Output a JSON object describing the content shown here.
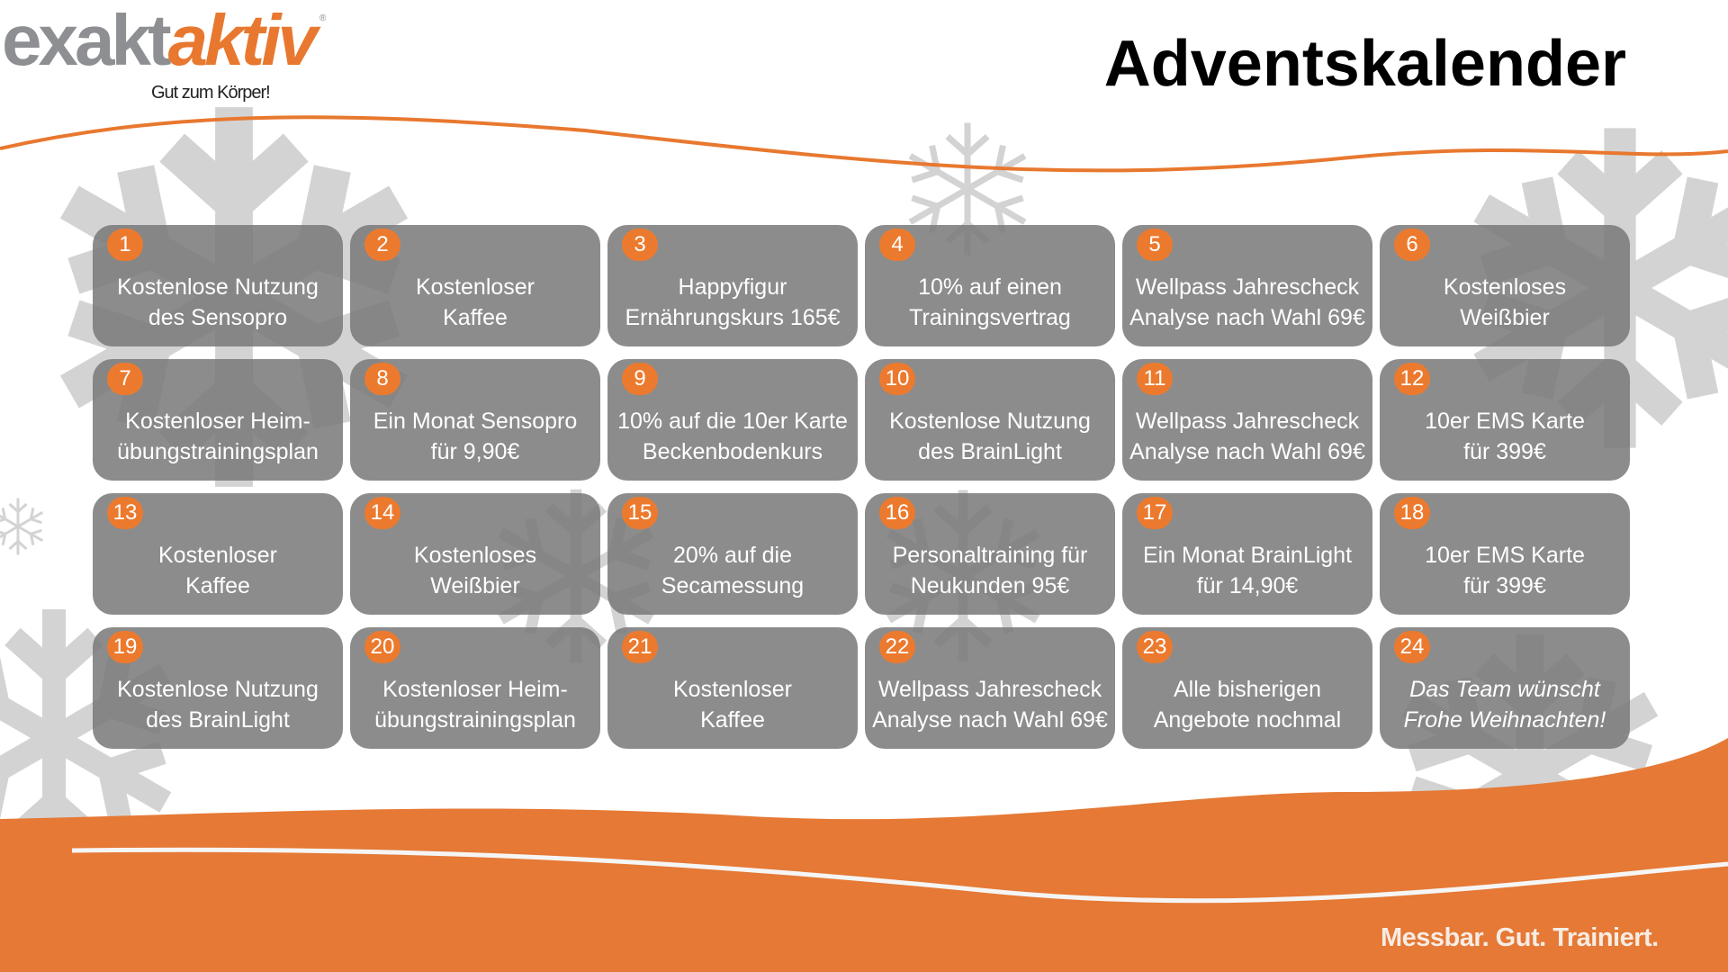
{
  "logo": {
    "part1": "exakt",
    "part2": "aktiv",
    "tagline": "Gut zum Körper!",
    "registered": "®"
  },
  "title": "Adventskalender",
  "doors": [
    {
      "number": "1",
      "text": "Kostenlose Nutzung\ndes Sensopro"
    },
    {
      "number": "2",
      "text": "Kostenloser\nKaffee"
    },
    {
      "number": "3",
      "text": "Happyfigur\nErnährungskurs 165€"
    },
    {
      "number": "4",
      "text": "10% auf einen\nTrainingsvertrag"
    },
    {
      "number": "5",
      "text": "Wellpass Jahrescheck\nAnalyse nach Wahl 69€"
    },
    {
      "number": "6",
      "text": "Kostenloses\nWeißbier"
    },
    {
      "number": "7",
      "text": "Kostenloser Heim-\nübungstrainingsplan"
    },
    {
      "number": "8",
      "text": "Ein Monat Sensopro\nfür 9,90€"
    },
    {
      "number": "9",
      "text": "10% auf die 10er Karte\nBeckenbodenkurs"
    },
    {
      "number": "10",
      "text": "Kostenlose Nutzung\ndes BrainLight"
    },
    {
      "number": "11",
      "text": "Wellpass Jahrescheck\nAnalyse nach Wahl 69€"
    },
    {
      "number": "12",
      "text": "10er EMS Karte\nfür 399€"
    },
    {
      "number": "13",
      "text": "Kostenloser\nKaffee"
    },
    {
      "number": "14",
      "text": "Kostenloses\nWeißbier"
    },
    {
      "number": "15",
      "text": "20% auf die\nSecamessung"
    },
    {
      "number": "16",
      "text": "Personaltraining für\nNeukunden 95€"
    },
    {
      "number": "17",
      "text": "Ein Monat BrainLight\nfür 14,90€"
    },
    {
      "number": "18",
      "text": "10er EMS Karte\nfür 399€"
    },
    {
      "number": "19",
      "text": "Kostenlose Nutzung\ndes BrainLight"
    },
    {
      "number": "20",
      "text": "Kostenloser Heim-\nübungstrainingsplan"
    },
    {
      "number": "21",
      "text": "Kostenloser\nKaffee"
    },
    {
      "number": "22",
      "text": "Wellpass Jahrescheck\nAnalyse nach Wahl 69€"
    },
    {
      "number": "23",
      "text": "Alle bisherigen\nAngebote nochmal"
    },
    {
      "number": "24",
      "text": "Das Team wünscht\nFrohe Weihnachten!"
    }
  ],
  "slogan": "Messbar. Gut. Trainiert.",
  "colors": {
    "accent": "#e8782f",
    "tile": "#7a7a7a",
    "snowflake": "#d3d3d3"
  }
}
